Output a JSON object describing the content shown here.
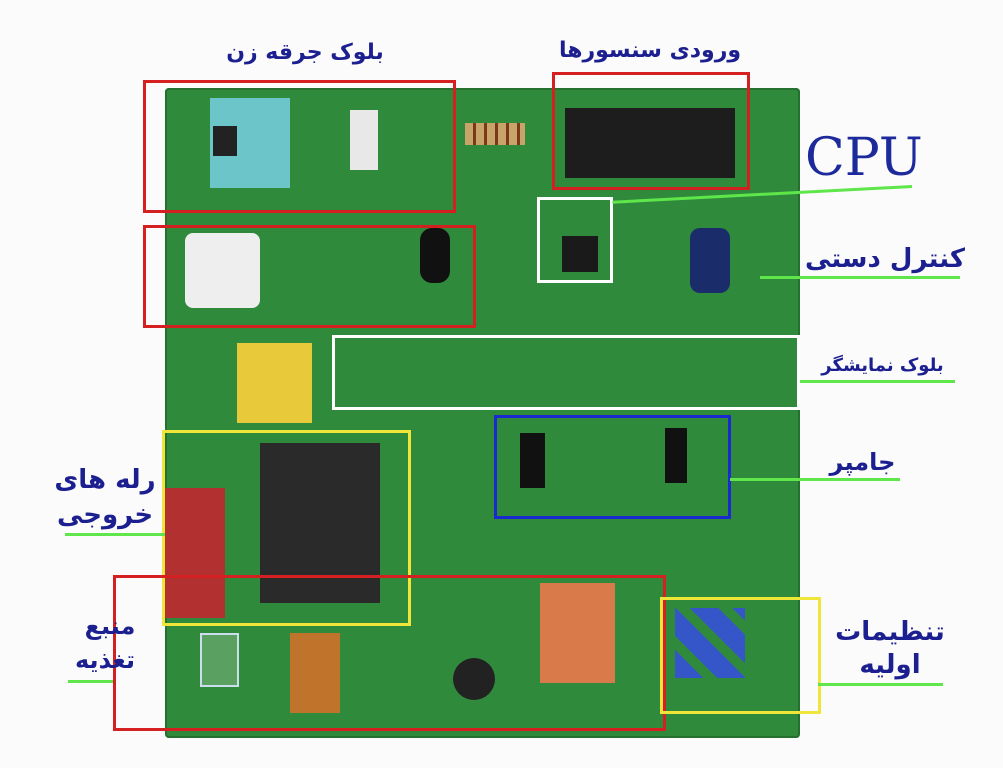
{
  "labels": {
    "igniter_block": "بلوک جرقه زن",
    "sensor_inputs": "ورودی سنسورها",
    "cpu": "CPU",
    "manual_control": "کنترل دستی",
    "display_block": "بلوک نمایشگر",
    "jumper": "جامپر",
    "output_relays_line1": "رله های",
    "output_relays_line2": "خروجی",
    "power_supply_line1": "منبع",
    "power_supply_line2": "تغذیه",
    "initial_settings_line1": "تنظیمات",
    "initial_settings_line2": "اولیه"
  },
  "colors": {
    "label_text": "#1c1f8f",
    "underline": "#5ee64a",
    "box_red": "#d42020",
    "box_white": "#ffffff",
    "box_blue": "#1a2ad0",
    "box_yellow": "#f0e63a",
    "board": "#2f8a3c"
  }
}
